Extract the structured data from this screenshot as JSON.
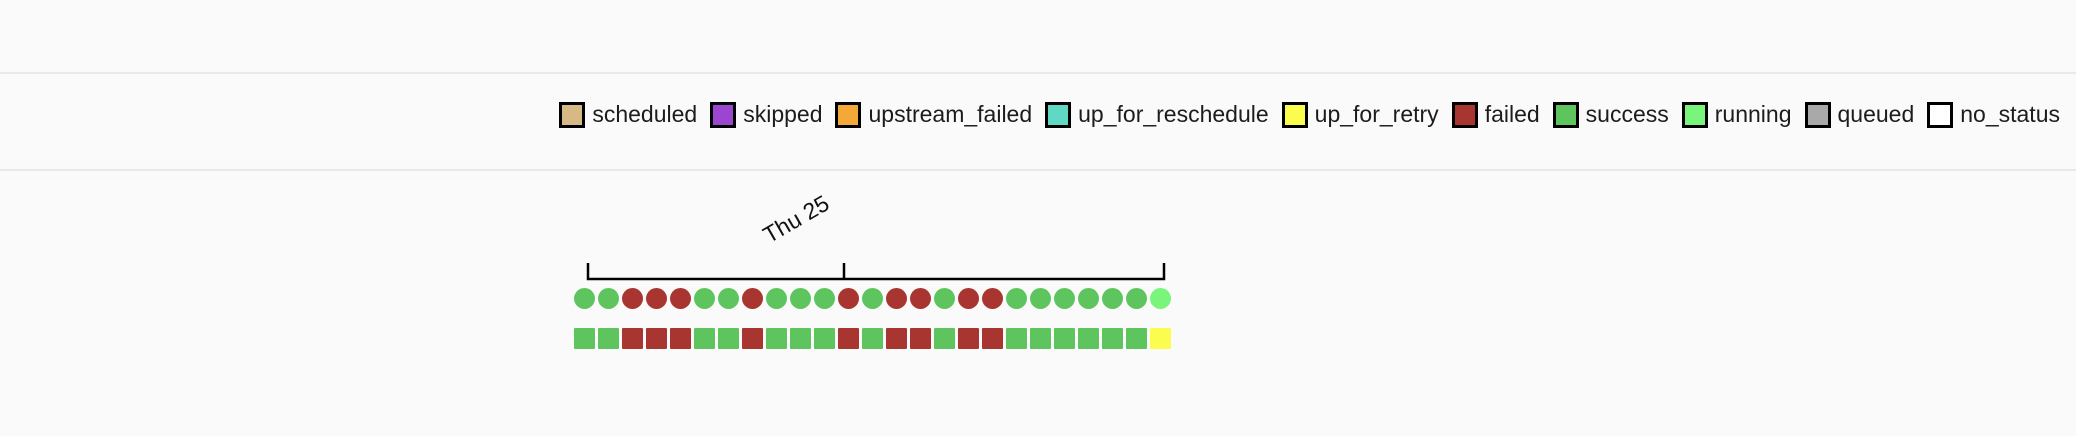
{
  "legend": {
    "items": [
      {
        "id": "scheduled",
        "label": "scheduled",
        "color": "#d6b985"
      },
      {
        "id": "skipped",
        "label": "skipped",
        "color": "#9c45d0"
      },
      {
        "id": "upstream_failed",
        "label": "upstream_failed",
        "color": "#f4a83a"
      },
      {
        "id": "up_for_reschedule",
        "label": "up_for_reschedule",
        "color": "#5fd9c4"
      },
      {
        "id": "up_for_retry",
        "label": "up_for_retry",
        "color": "#fcfc4e"
      },
      {
        "id": "failed",
        "label": "failed",
        "color": "#a93531"
      },
      {
        "id": "success",
        "label": "success",
        "color": "#5ec45e"
      },
      {
        "id": "running",
        "label": "running",
        "color": "#7af57c"
      },
      {
        "id": "queued",
        "label": "queued",
        "color": "#a9a9a9"
      },
      {
        "id": "no_status",
        "label": "no_status",
        "color": "#ffffff"
      }
    ]
  },
  "chart": {
    "axis_label": "Thu 25",
    "dag_runs": [
      "success",
      "success",
      "failed",
      "failed",
      "failed",
      "success",
      "success",
      "failed",
      "success",
      "success",
      "success",
      "failed",
      "success",
      "failed",
      "failed",
      "success",
      "failed",
      "failed",
      "success",
      "success",
      "success",
      "success",
      "success",
      "success",
      "running"
    ],
    "task_instances": [
      "success",
      "success",
      "failed",
      "failed",
      "failed",
      "success",
      "success",
      "failed",
      "success",
      "success",
      "success",
      "failed",
      "success",
      "failed",
      "failed",
      "success",
      "failed",
      "failed",
      "success",
      "success",
      "success",
      "success",
      "success",
      "success",
      "up_for_retry"
    ]
  },
  "colors": {
    "background": "#fafafa",
    "divider": "#e9e9e9",
    "axis": "#000000",
    "text": "#1c1c1c"
  }
}
